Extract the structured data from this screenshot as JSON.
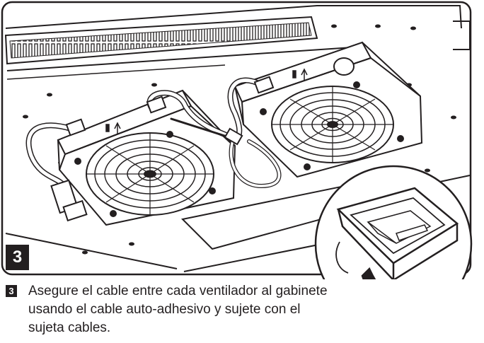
{
  "figure": {
    "step_number": "3"
  },
  "instruction": {
    "step_number": "3",
    "text": "Asegure el cable entre cada ventilador al gabinete usando el cable auto-adhesivo y sujete con el sujeta cables."
  }
}
